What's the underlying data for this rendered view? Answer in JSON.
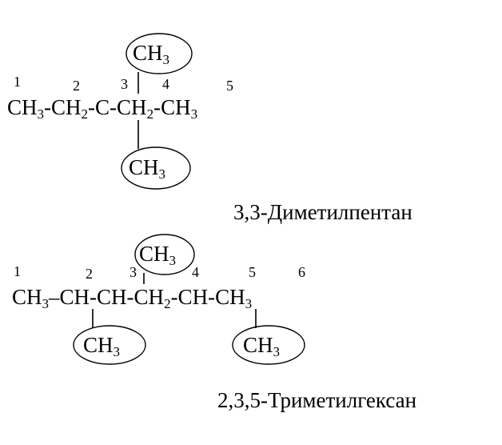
{
  "molecule1": {
    "numbers": [
      "1",
      "2",
      "3",
      "4",
      "5"
    ],
    "chain": [
      {
        "main": "CH",
        "sub": "3",
        "sep": "-"
      },
      {
        "main": "CH",
        "sub": "2",
        "sep": "-"
      },
      {
        "main": "C",
        "sub": "",
        "sep": "-"
      },
      {
        "main": "CH",
        "sub": "2",
        "sep": "-"
      },
      {
        "main": "CH",
        "sub": "3",
        "sep": ""
      }
    ],
    "sub_top": {
      "main": "CH",
      "sub": "3"
    },
    "sub_bottom": {
      "main": "CH",
      "sub": "3"
    },
    "name": "3,3-Диметилпентан"
  },
  "molecule2": {
    "numbers": [
      "1",
      "2",
      "3",
      "4",
      "5",
      "6"
    ],
    "chain": [
      {
        "main": "CH",
        "sub": "3",
        "sep": "–"
      },
      {
        "main": "CH",
        "sub": "",
        "sep": "-"
      },
      {
        "main": "CH",
        "sub": "",
        "sep": "-"
      },
      {
        "main": "CH",
        "sub": "2",
        "sep": "-"
      },
      {
        "main": "CH",
        "sub": "",
        "sep": "-"
      },
      {
        "main": "CH",
        "sub": "3",
        "sep": ""
      }
    ],
    "sub_top": {
      "main": "CH",
      "sub": "3"
    },
    "sub_bottom_left": {
      "main": "CH",
      "sub": "3"
    },
    "sub_bottom_right": {
      "main": "CH",
      "sub": "3"
    },
    "name": "2,3,5-Триметилгексан"
  },
  "colors": {
    "ink": "#000000",
    "background": "#ffffff"
  }
}
